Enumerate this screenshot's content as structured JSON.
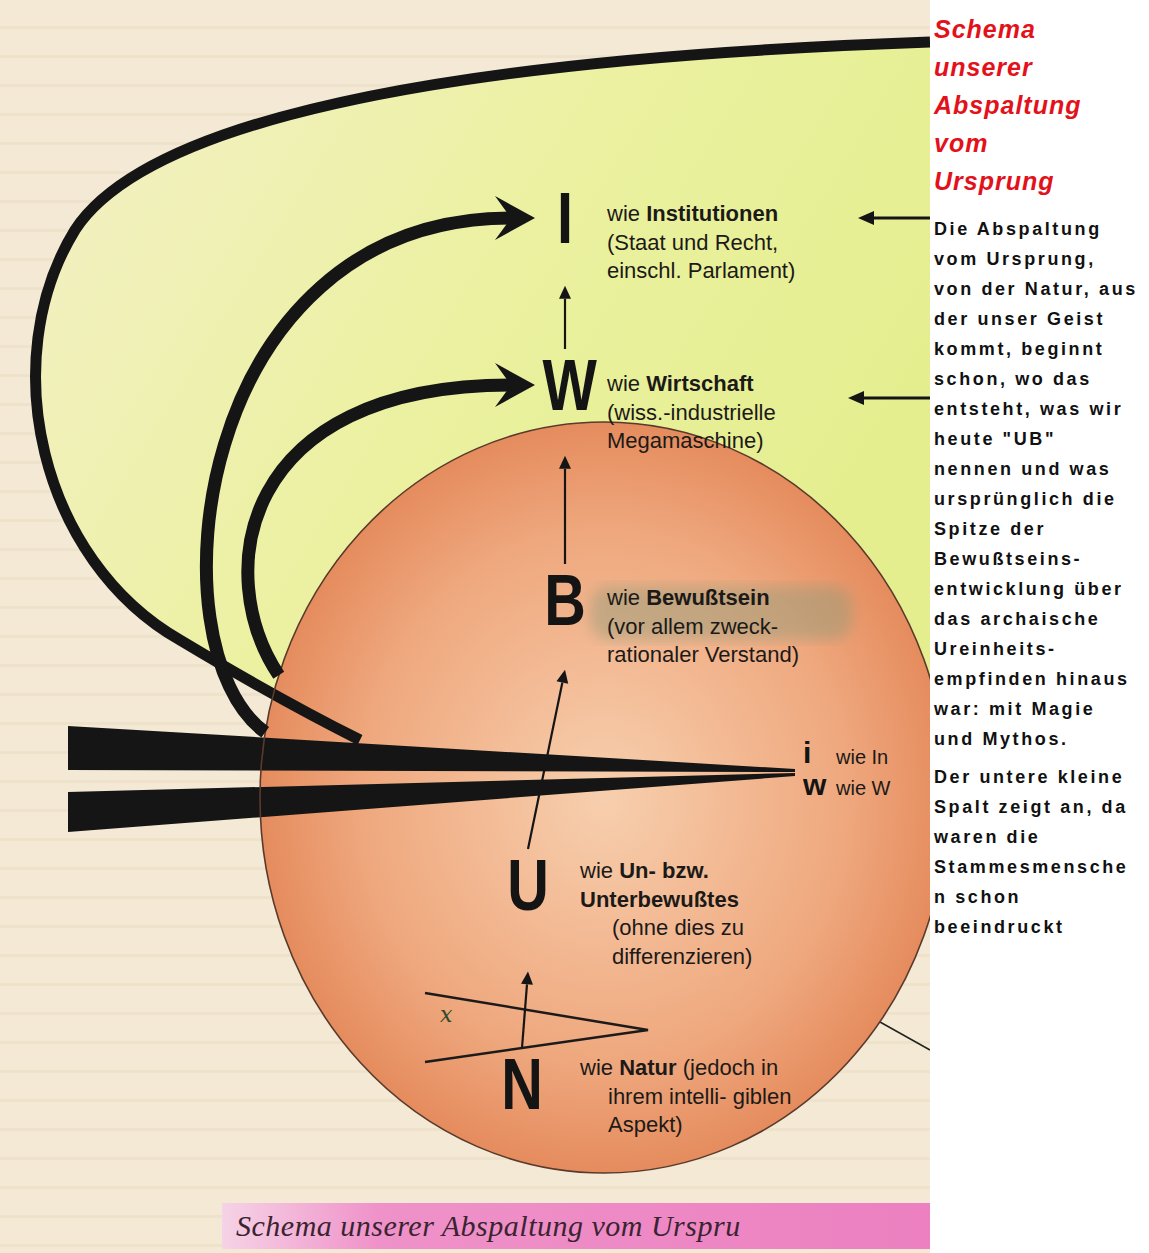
{
  "diagram": {
    "title": "Schema unserer Abspaltung vom Ursprung",
    "caption": "Schema unserer Abspaltung vom Urspru",
    "nodes": [
      {
        "text": [
          "I",
          "wie",
          "Institutionen",
          "(Staat und Recht, einschl. Parlament)"
        ]
      },
      {
        "text": [
          "W",
          "wie",
          "Wirtschaft",
          "(wiss.-industrielle Megamaschine)"
        ]
      },
      {
        "text": [
          "i",
          "wie In",
          "w",
          "wie W"
        ]
      },
      {
        "text": [
          "B",
          "wie",
          "Bewußtsein",
          "(vor allem zweck- rationaler Verstand)"
        ],
        "in": 2
      },
      {
        "text": [
          "U",
          "wie",
          "Un- bzw. Unterbewußtes",
          "(ohne dies zu differenzieren)"
        ],
        "in": 2
      },
      {
        "text": [
          "N",
          "wie",
          "Natur",
          "(jedoch in ihrem intelli- giblen Aspekt)"
        ],
        "in": 2
      }
    ],
    "edges": [
      {
        "from": 5,
        "to": 4,
        "arrow": "to"
      },
      {
        "from": 4,
        "to": 3,
        "arrow": "to"
      },
      {
        "from": 3,
        "to": 1,
        "arrow": "to"
      },
      {
        "from": 1,
        "to": 0,
        "arrow": "to"
      },
      {
        "from": 2,
        "to": 0,
        "arrow": "to"
      },
      {
        "from": 2,
        "to": 1,
        "arrow": "to"
      }
    ],
    "labels": [
      "x",
      "Die Abspaltung vom Ursprung, von der Natur, aus der unser Geist kommt, beginnt schon, wo das entsteht, was wir heute \"UB\" nennen und was ursprünglich die Spitze der Bewußtseins- entwicklung über das archaische Ureinheits- empfinden hinaus war: mit Magie und Mythos.",
      "Der untere kleine Spalt zeigt an, da waren die Stammesmenschen schon beeindruckt"
    ]
  }
}
